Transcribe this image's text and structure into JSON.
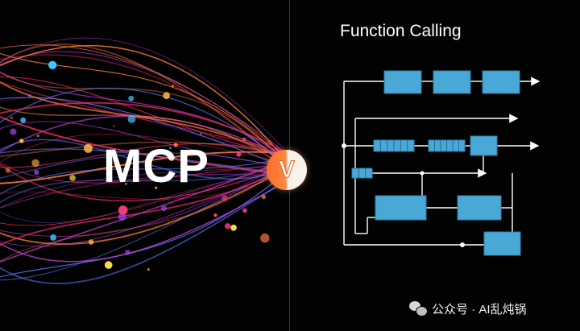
{
  "left_panel": {
    "title": "MCP"
  },
  "badge": {
    "text": "V"
  },
  "right_panel": {
    "title": "Function Calling"
  },
  "watermark": {
    "text": "公众号 · AI乱炖锅",
    "icon": "wechat-icon"
  },
  "colors": {
    "background": "#020203",
    "wave_colors": [
      "#ff2d6a",
      "#c23bd6",
      "#5b7cff",
      "#ff7a3c"
    ],
    "block_fill": "#4aa8d6",
    "line": "#ffffff",
    "accent": "#ff6a2a"
  }
}
